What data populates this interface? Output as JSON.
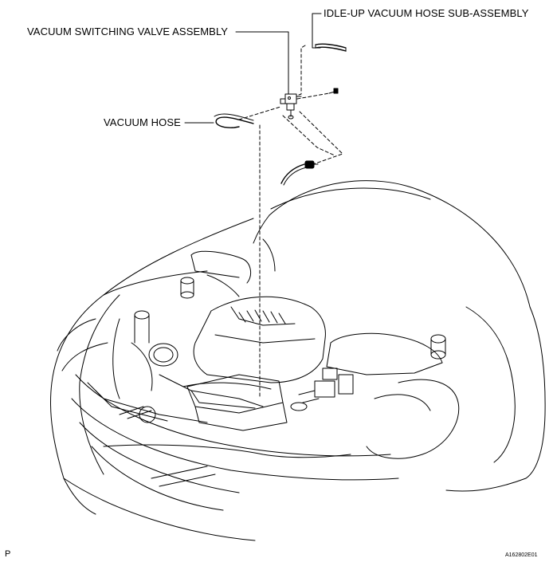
{
  "labels": {
    "idle_up_hose": "IDLE-UP VACUUM HOSE SUB-ASSEMBLY",
    "vsv_assembly": "VACUUM SWITCHING VALVE ASSEMBLY",
    "vacuum_hose": "VACUUM HOSE"
  },
  "footer": {
    "left_mark": "P",
    "figure_id": "A162802E01"
  }
}
